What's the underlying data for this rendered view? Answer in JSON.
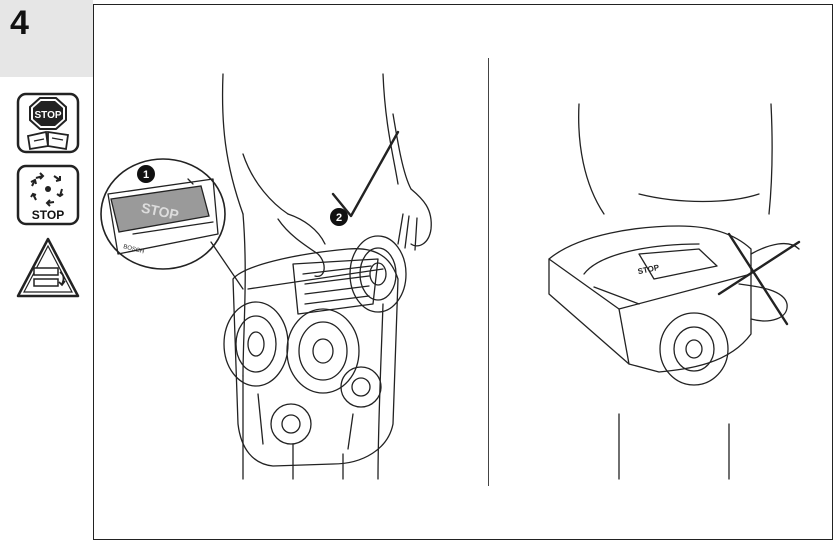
{
  "step": {
    "number": "4"
  },
  "icons": [
    {
      "name": "stop-manual-icon",
      "label": "STOP"
    },
    {
      "name": "stop-rotate-icon",
      "label": "STOP"
    },
    {
      "name": "warning-slope-icon"
    }
  ],
  "illustration_left": {
    "callouts": [
      "❶",
      "❷"
    ],
    "stop_key_label": "STOP",
    "brand": "BOSCH",
    "verdict": "correct-checkmark"
  },
  "illustration_right": {
    "lid_label": "STOP",
    "verdict": "incorrect-cross"
  },
  "colors": {
    "line": "#222222",
    "tab": "#e6e6e6",
    "key": "#9a9a9a"
  }
}
